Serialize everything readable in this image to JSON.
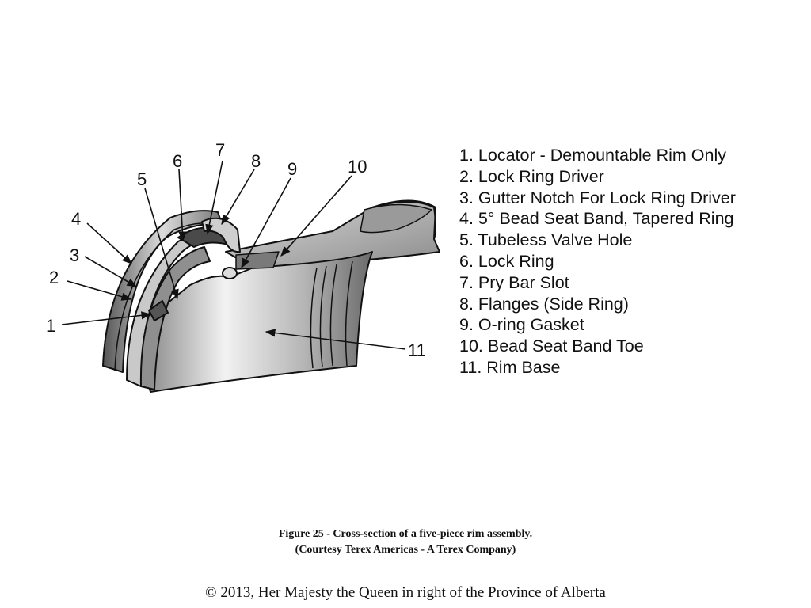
{
  "diagram": {
    "callouts": [
      "1",
      "2",
      "3",
      "4",
      "5",
      "6",
      "7",
      "8",
      "9",
      "10",
      "11"
    ]
  },
  "legend": {
    "items": [
      {
        "num": "1.",
        "label": "Locator - Demountable Rim Only"
      },
      {
        "num": "2.",
        "label": "Lock Ring Driver"
      },
      {
        "num": "3.",
        "label": "Gutter Notch For Lock Ring Driver"
      },
      {
        "num": "4.",
        "label": "5° Bead Seat Band, Tapered Ring"
      },
      {
        "num": "5.",
        "label": "Tubeless Valve Hole"
      },
      {
        "num": "6.",
        "label": "Lock Ring"
      },
      {
        "num": "7.",
        "label": "Pry Bar Slot"
      },
      {
        "num": "8.",
        "label": "Flanges (Side Ring)"
      },
      {
        "num": "9.",
        "label": "O-ring Gasket"
      },
      {
        "num": "10.",
        "label": "Bead Seat Band Toe"
      },
      {
        "num": "11.",
        "label": "Rim Base"
      }
    ]
  },
  "caption": {
    "line1": "Figure 25 - Cross-section of a five-piece rim assembly.",
    "line2": "(Courtesy Terex Americas - A Terex Company)"
  },
  "copyright": "© 2013, Her Majesty the Queen in right of the Province of Alberta",
  "colors": {
    "outline": "#111111",
    "metal_light": "#e6e6e6",
    "metal_dark": "#6e6e6e"
  }
}
